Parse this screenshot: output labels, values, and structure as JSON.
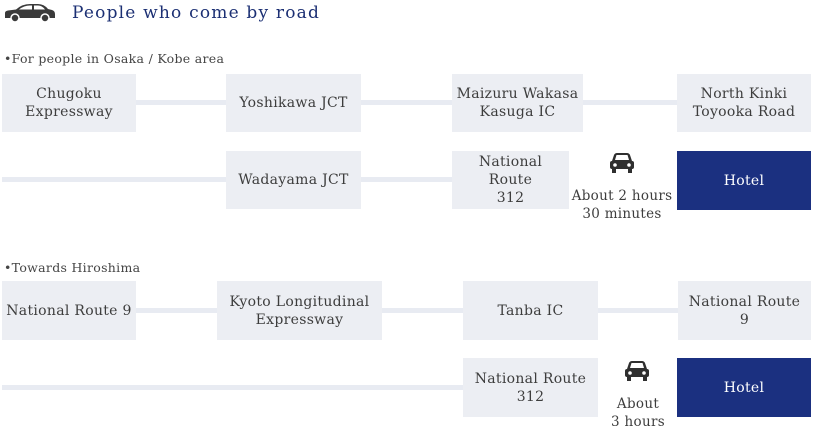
{
  "header": {
    "title": "People who come by road",
    "icon": "car-icon"
  },
  "colors": {
    "title": "#1b2f73",
    "box": "#eceef3",
    "destination": "#1b3080",
    "connector": "#e8ebf2"
  },
  "sections": [
    {
      "label": "•For people in Osaka / Kobe area",
      "row1": [
        "Chugoku\nExpressway",
        "Yoshikawa JCT",
        "Maizuru Wakasa\nKasuga IC",
        "North Kinki\nToyooka Road"
      ],
      "row2": [
        "Wadayama JCT",
        "National Route\n312"
      ],
      "duration": "About 2 hours\n30 minutes",
      "destination": "Hotel"
    },
    {
      "label": "•Towards Hiroshima",
      "row1": [
        "National Route 9",
        "Kyoto Longitudinal\nExpressway",
        "Tanba IC",
        "National Route 9"
      ],
      "row2": [
        "National Route\n312"
      ],
      "duration": "About\n3 hours",
      "destination": "Hotel"
    }
  ]
}
